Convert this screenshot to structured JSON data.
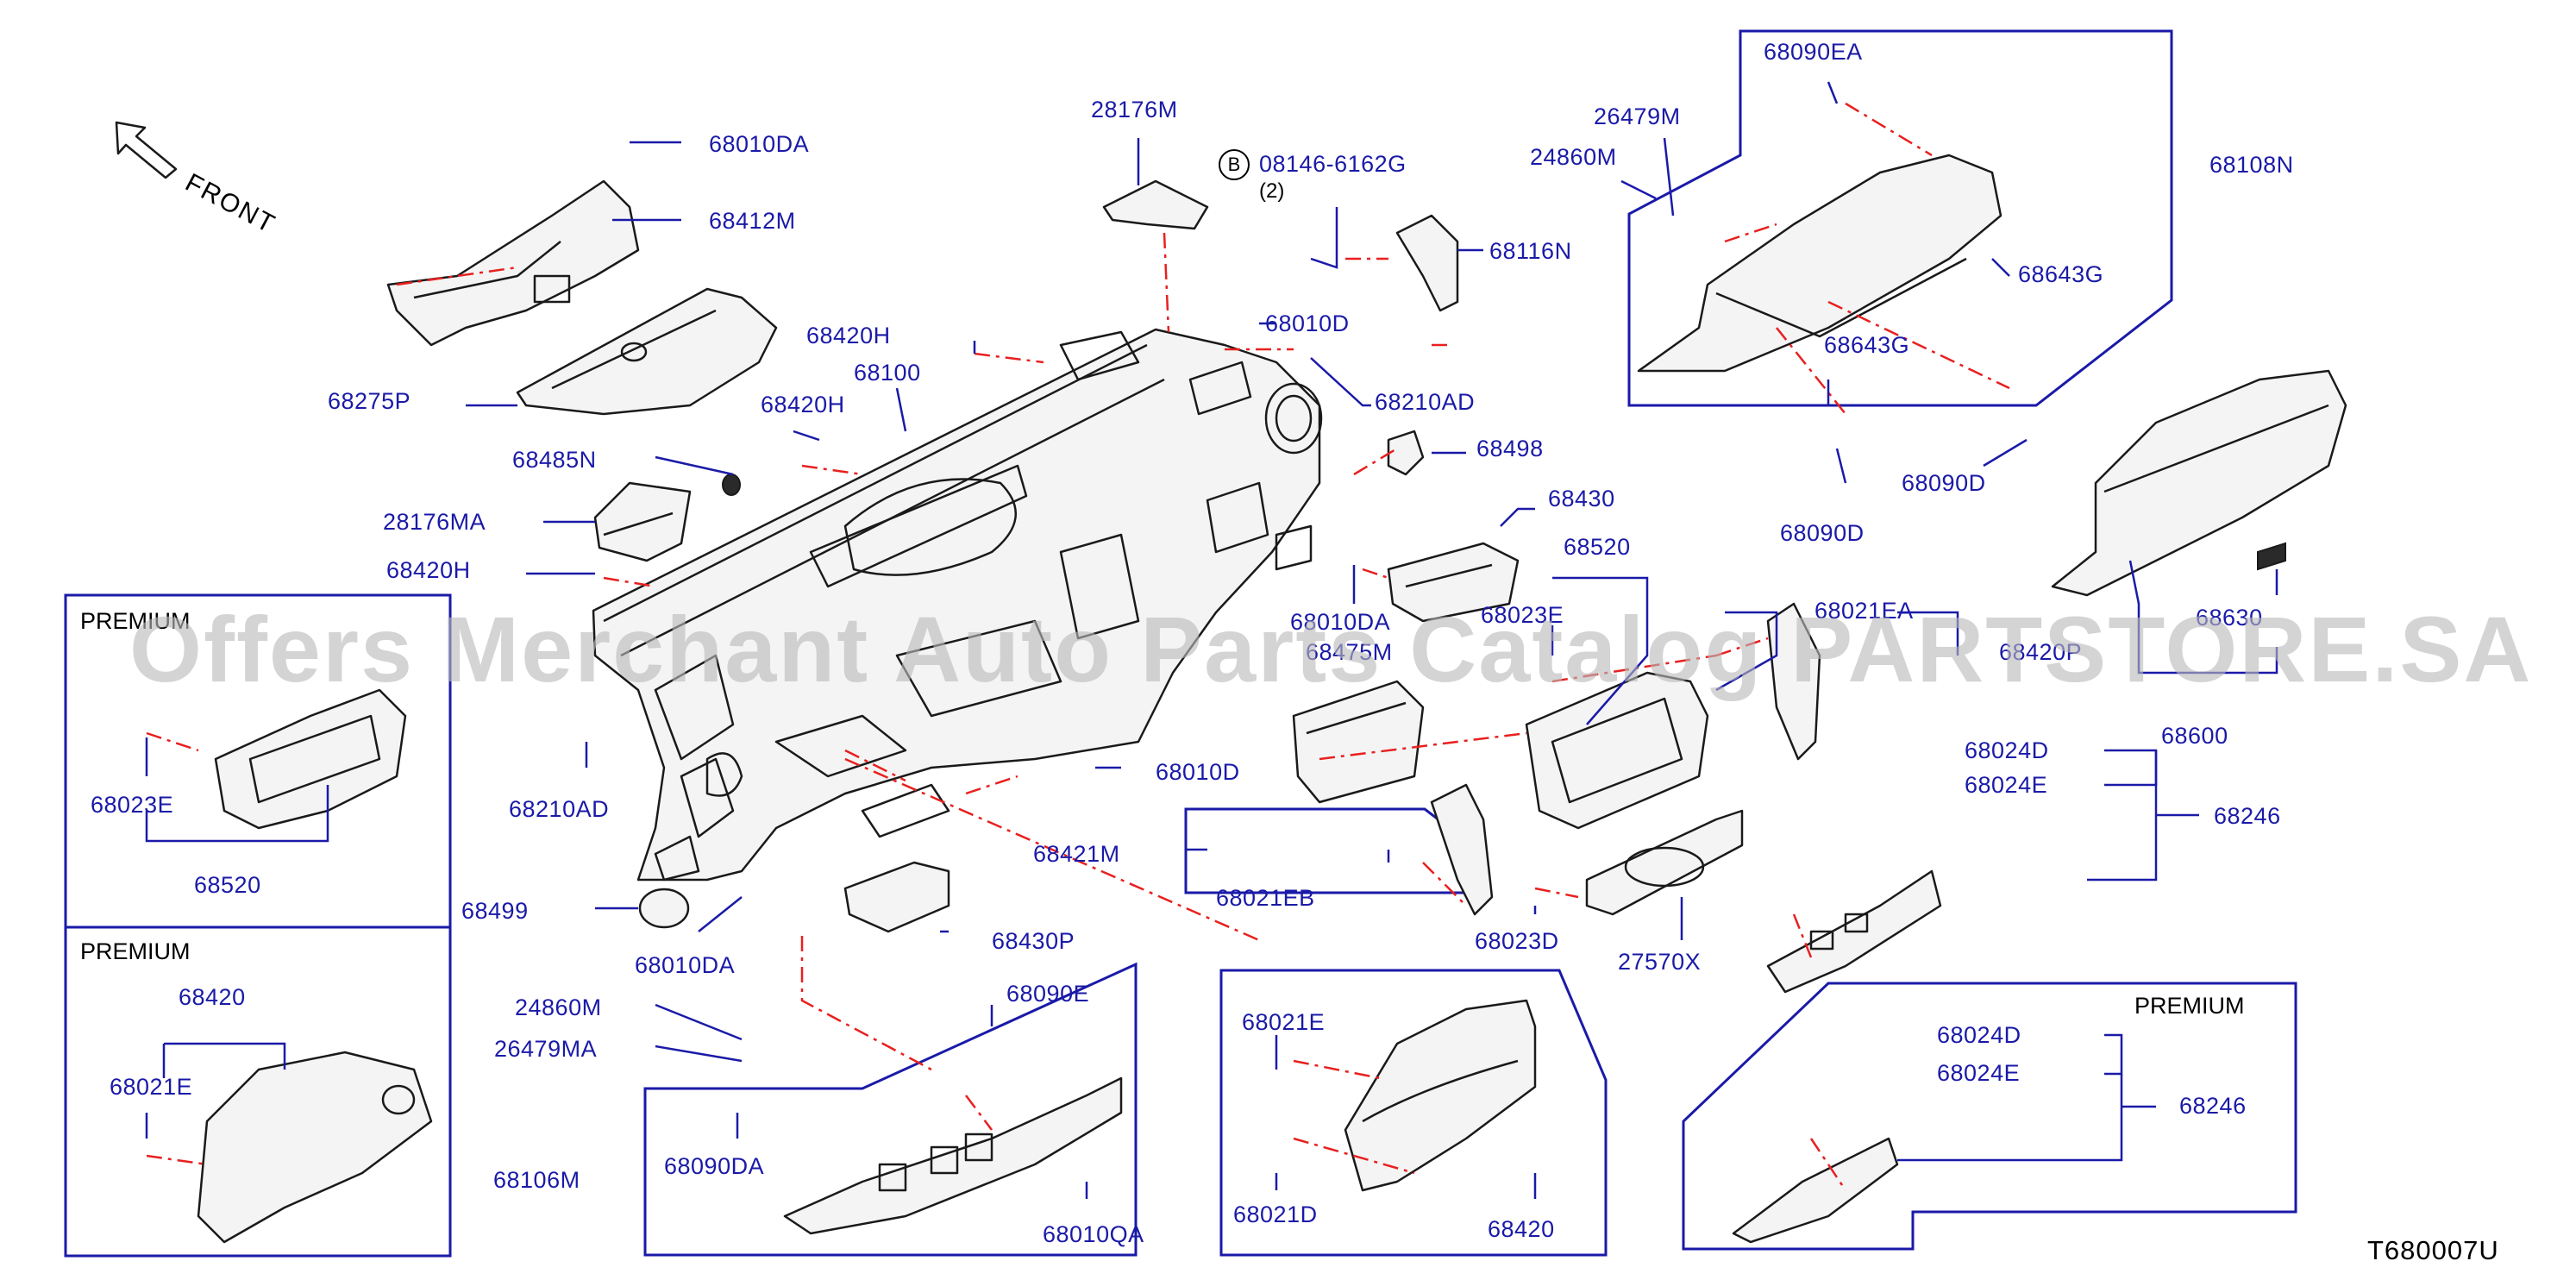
{
  "diagram": {
    "front_label": "FRONT",
    "code": "T680007U",
    "watermark": "Offers Merchant Auto Parts Catalog PARTSTORE.SA",
    "bolt_marker": "B",
    "bolt_qty": "(2)",
    "box_titles": {
      "premium_1": "PREMIUM",
      "premium_2": "PREMIUM",
      "premium_3": "PREMIUM"
    },
    "labels": {
      "p68010DA_top": "68010DA",
      "p68412M": "68412M",
      "p28176M": "28176M",
      "p08146": "08146-6162G",
      "p68116N": "68116N",
      "p68010D_top": "68010D",
      "p68420H_1": "68420H",
      "p68100": "68100",
      "p68210AD_top": "68210AD",
      "p68275P": "68275P",
      "p68420H_2": "68420H",
      "p68485N": "68485N",
      "p68498": "68498",
      "p28176MA": "28176MA",
      "p68430": "68430",
      "p68420H_3": "68420H",
      "p68520_main": "68520",
      "p68010DA_mid": "68010DA",
      "p68023E_mid": "68023E",
      "p68475M": "68475M",
      "p68021EA": "68021EA",
      "p68420P": "68420P",
      "p68210AD_left": "68210AD",
      "p68010D_mid": "68010D",
      "p68421M": "68421M",
      "p68021EB": "68021EB",
      "p68023D": "68023D",
      "p27570X": "27570X",
      "p68499": "68499",
      "p68010DA_low": "68010DA",
      "p68430P": "68430P",
      "p24860M_low": "24860M",
      "p26479MA": "26479MA",
      "p68090E": "68090E",
      "p68106M": "68106M",
      "p68090DA": "68090DA",
      "p68010QA": "68010QA",
      "p68021E_low": "68021E",
      "p68021D": "68021D",
      "p68420_low": "68420",
      "p68023E_box": "68023E",
      "p68520_box": "68520",
      "p68420_box": "68420",
      "p68021E_box": "68021E",
      "p68090EA": "68090EA",
      "p26479M": "26479M",
      "p24860M_top": "24860M",
      "p68108N": "68108N",
      "p68643G_1": "68643G",
      "p68643G_2": "68643G",
      "p68090D_1": "68090D",
      "p68090D_2": "68090D",
      "p68630": "68630",
      "p68600": "68600",
      "p68024D_1": "68024D",
      "p68024E_1": "68024E",
      "p68246_1": "68246",
      "p68024D_2": "68024D",
      "p68024E_2": "68024E",
      "p68246_2": "68246"
    },
    "colors": {
      "label": "#1a1aa8",
      "leader": "#1a1aa8",
      "dashed": "#e8201f",
      "outline": "#1a1a1a",
      "box": "#1a1aa8"
    }
  }
}
